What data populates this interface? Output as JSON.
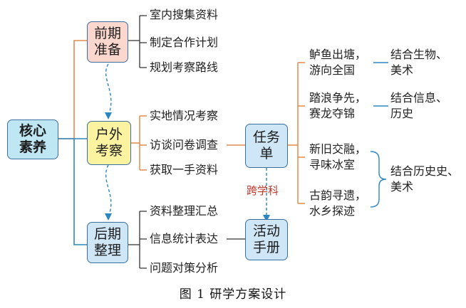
{
  "colors": {
    "border": "#3a6fa0",
    "core_fill": "#bfe6f3",
    "stage1_fill": "#fbd7ce",
    "stage2_fill": "#fbf3a0",
    "stage3_fill": "#cfe6f6",
    "task_fill": "#cfe6f6",
    "line_orange": "#e38a4a",
    "line_blue": "#2e86c1",
    "dash": "#2e86c1",
    "cross_text": "#c0392b"
  },
  "core": {
    "line1": "核心",
    "line2": "素养"
  },
  "stages": [
    {
      "line1": "前期",
      "line2": "准备",
      "items": [
        "室内搜集资料",
        "制定合作计划",
        "规划考察路线"
      ]
    },
    {
      "line1": "户外",
      "line2": "考察",
      "items": [
        "实地情况考察",
        "访谈问卷调查",
        "获取一手资料"
      ]
    },
    {
      "line1": "后期",
      "line2": "整理",
      "items": [
        "资料整理汇总",
        "信息统计表达",
        "问题对策分析"
      ]
    }
  ],
  "task": {
    "line1": "任务",
    "line2": "单"
  },
  "handbook": {
    "line1": "活动",
    "line2": "手册"
  },
  "cross_label": "跨学科",
  "tasks": [
    {
      "line1": "鲈鱼出塘，",
      "line2": "游向全国"
    },
    {
      "line1": "踏浪争先，",
      "line2": "赛龙夺锦"
    },
    {
      "line1": "新旧交融，",
      "line2": "寻味冰室"
    },
    {
      "line1": "古韵寻遗，",
      "line2": "水乡探迹"
    }
  ],
  "integrations": [
    {
      "line1": "结合生物、",
      "line2": "美术"
    },
    {
      "line1": "结合信息、",
      "line2": "历史"
    },
    {
      "line1": "结合历史史、",
      "line2": "美术"
    }
  ],
  "caption": "图 1   研学方案设计"
}
